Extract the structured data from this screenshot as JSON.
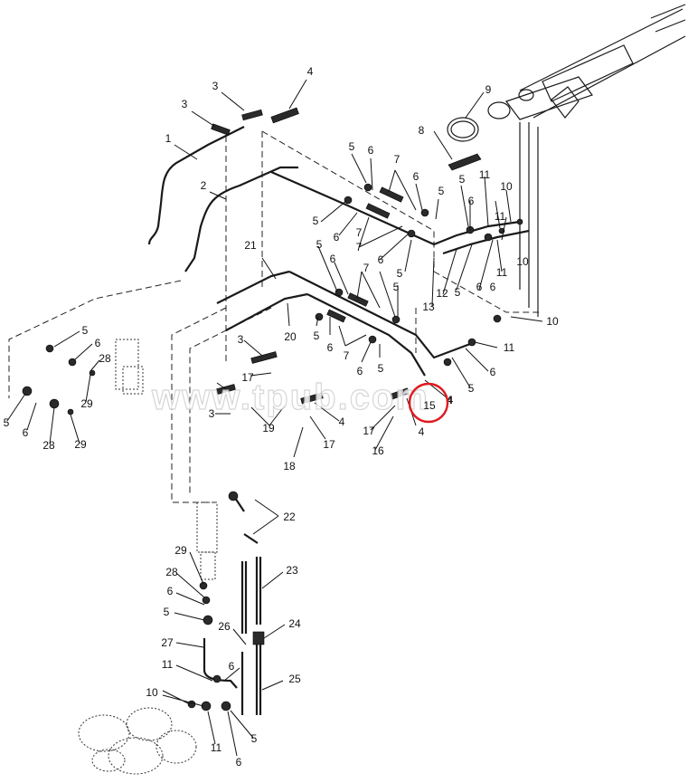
{
  "watermark": "www.tpub.com",
  "highlight": {
    "label": "15",
    "color": "#e0191f"
  },
  "callouts": [
    "1",
    "2",
    "3",
    "3",
    "4",
    "3",
    "3",
    "4",
    "4",
    "4",
    "5",
    "6",
    "7",
    "6",
    "5",
    "5",
    "6",
    "7",
    "6",
    "5",
    "7",
    "7",
    "6",
    "5",
    "5",
    "6",
    "7",
    "6",
    "5",
    "5",
    "5",
    "6",
    "28",
    "29",
    "5",
    "6",
    "28",
    "29",
    "8",
    "9",
    "10",
    "11",
    "11",
    "6",
    "5",
    "10",
    "11",
    "6",
    "5",
    "12",
    "13",
    "10",
    "11",
    "6",
    "5",
    "4",
    "17",
    "17",
    "19",
    "18",
    "16",
    "17",
    "20",
    "21",
    "22",
    "23",
    "24",
    "25",
    "26",
    "27",
    "29",
    "28",
    "6",
    "5",
    "11",
    "10",
    "6",
    "11",
    "6",
    "5",
    "6"
  ]
}
